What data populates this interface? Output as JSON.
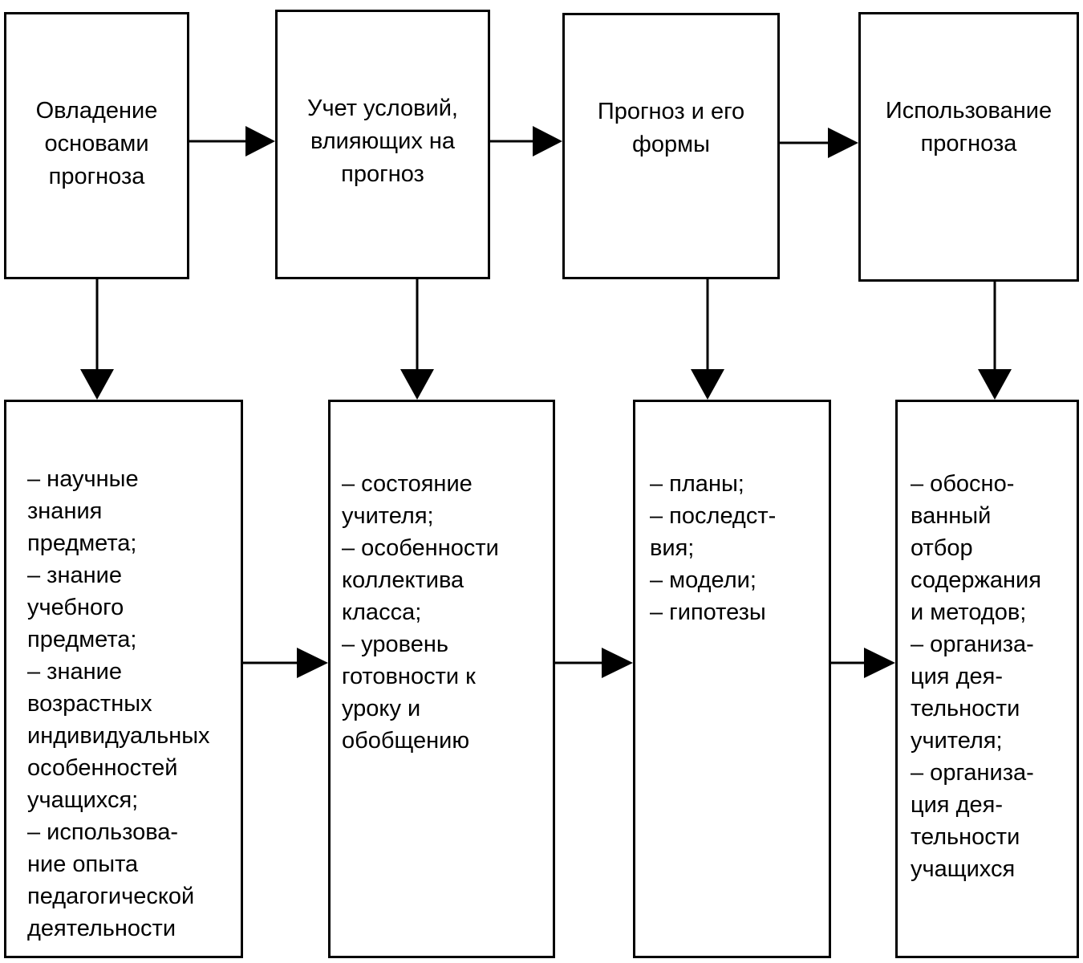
{
  "top_boxes": [
    {
      "id": "basics",
      "text": "Овладение\nосновами\nпрогноза"
    },
    {
      "id": "conditions",
      "text": "Учет условий,\nвлияющих на\nпрогноз"
    },
    {
      "id": "forms",
      "text": "Прогноз и его\nформы"
    },
    {
      "id": "usage",
      "text": "Использование\nпрогноза"
    }
  ],
  "bottom_boxes": [
    {
      "id": "basics-details",
      "lines": [
        "– научные",
        "знания",
        "предмета;",
        "– знание",
        "учебного",
        "предмета;",
        "– знание",
        "возрастных",
        "индивидуальных",
        "особенностей",
        "учащихся;",
        "– использова-",
        "ние опыта",
        "педагогической",
        "деятельности"
      ]
    },
    {
      "id": "conditions-details",
      "lines": [
        "– состояние",
        "учителя;",
        "– особенности",
        "коллектива",
        "класса;",
        "– уровень",
        "готовности к",
        "уроку и",
        "обобщению"
      ]
    },
    {
      "id": "forms-details",
      "lines": [
        "– планы;",
        "– последст-",
        "вия;",
        "– модели;",
        "– гипотезы"
      ]
    },
    {
      "id": "usage-details",
      "lines": [
        "– обосно-",
        "ванный",
        "отбор",
        "содержания",
        "и методов;",
        "– организа-",
        "ция дея-",
        "тельности",
        "учителя;",
        "– организа-",
        "ция дея-",
        "тельности",
        "учащихся"
      ]
    }
  ]
}
